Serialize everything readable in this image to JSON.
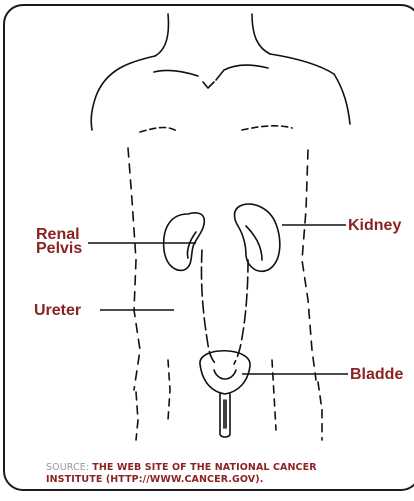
{
  "labels": {
    "renal_pelvis_line1": "Renal",
    "renal_pelvis_line2": "Pelvis",
    "ureter": "Ureter",
    "kidney": "Kidney",
    "bladder": "Bladde"
  },
  "source": {
    "prefix": "SOURCE: ",
    "line1": "THE WEB SITE OF THE NATIONAL CANCER",
    "line2": "INSTITUTE (HTTP://WWW.CANCER.GOV)."
  },
  "colors": {
    "label": "#8b2323",
    "source_prefix": "#9a9a9a",
    "outline": "#1a1a1a"
  }
}
